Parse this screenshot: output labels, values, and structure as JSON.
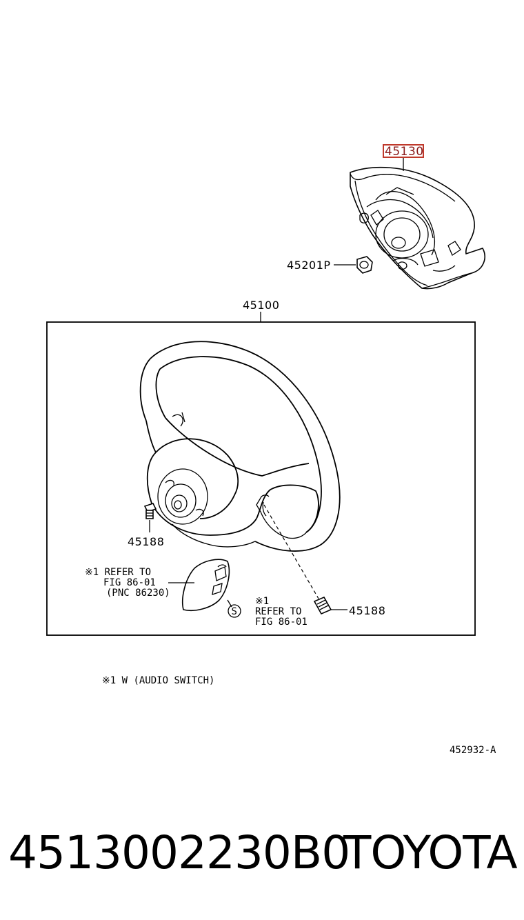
{
  "callouts": {
    "airbag": "45130",
    "airbag_color": "#c0392b",
    "nut": "45201P",
    "assembly": "45100",
    "screw_left": "45188",
    "screw_right": "45188"
  },
  "notes": {
    "switch_line1": "※1 REFER TO",
    "switch_line2": "FIG 86-01",
    "switch_line3": "(PNC 86230)",
    "s_symbol": "S",
    "ref_line1": "※1",
    "ref_line2": "REFER TO",
    "ref_line3": "FIG 86-01",
    "footnote": "※1 W (AUDIO  SWITCH)",
    "illustration_code": "452932-A"
  },
  "footer": {
    "part_number": "4513002230B0",
    "brand": "TOYOTA"
  },
  "icons": [
    "airbag-pad-icon",
    "nut-icon",
    "steering-wheel-icon",
    "screw-icon",
    "audio-switch-icon"
  ]
}
